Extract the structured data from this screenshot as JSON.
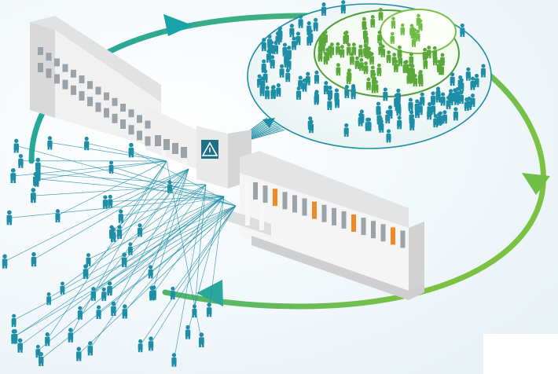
{
  "colors": {
    "teal": "#1e8ea7",
    "teal_dark": "#177a90",
    "cycle_start": "#17a3a8",
    "cycle_end": "#7cc242",
    "green_mid": "#5aa83a",
    "green_light": "#6fbe45",
    "building_wall": "#ececec",
    "building_shadow": "#d6d6d6",
    "window": "#9aa3aa",
    "orange_panel": "#f08a24"
  },
  "icons": {
    "person": "person-icon",
    "warning": "warning-icon",
    "arrowhead": "arrowhead-icon"
  },
  "counts": {
    "crowd_people": 72,
    "outer_ring_people": 110,
    "middle_ring_people": 70,
    "inner_ring_people": 10
  }
}
